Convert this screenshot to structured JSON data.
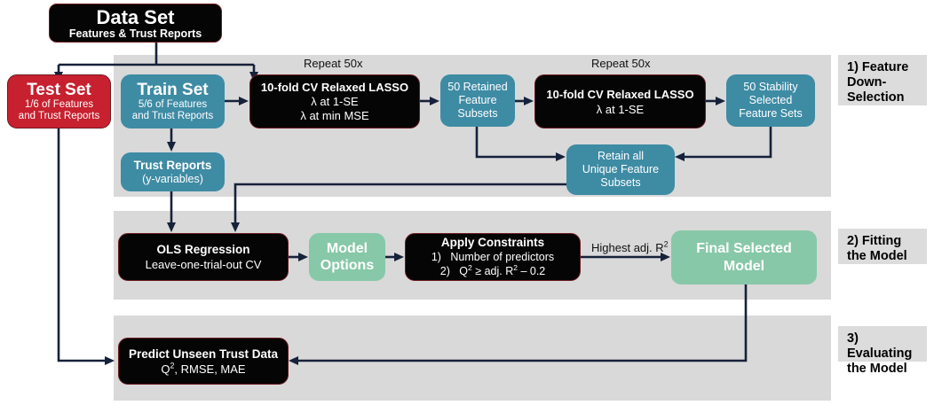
{
  "figure": {
    "title": "Machine learning pipeline flowchart",
    "colors": {
      "black_node": "#050505",
      "red_node": "#c7202f",
      "teal_node": "#3e8ba4",
      "green_node": "#87c8a8",
      "panel_gray": "#d9d9d9",
      "wire": "#16213a"
    }
  },
  "stages": [
    {
      "label": "1) Feature Down-Selection"
    },
    {
      "label": "2) Fitting the Model"
    },
    {
      "label": "3) Evaluating the Model"
    }
  ],
  "nodes": {
    "data_set": {
      "title": "Data Set",
      "sub": "Features & Trust Reports"
    },
    "test_set": {
      "title": "Test Set",
      "sub": "1/6 of Features",
      "sub2": "and Trust Reports"
    },
    "train_set": {
      "title": "Train Set",
      "sub": "5/6 of Features",
      "sub2": "and Trust Reports"
    },
    "lasso_1": {
      "title": "10-fold CV Relaxed LASSO",
      "sub": "λ at 1-SE",
      "sub2": "λ at min MSE"
    },
    "retained_subsets": {
      "l1": "50 Retained",
      "l2": "Feature",
      "l3": "Subsets"
    },
    "lasso_2": {
      "title": "10-fold CV Relaxed LASSO",
      "sub": "λ at 1-SE"
    },
    "stability_sets": {
      "l1": "50 Stability",
      "l2": "Selected",
      "l3": "Feature Sets"
    },
    "retain_unique": {
      "l1": "Retain all",
      "l2": "Unique Feature",
      "l3": "Subsets"
    },
    "trust_reports": {
      "title": "Trust Reports",
      "sub": "(y-variables)"
    },
    "ols": {
      "title": "OLS Regression",
      "sub": "Leave-one-trial-out CV"
    },
    "model_options": {
      "l1": "Model",
      "l2": "Options"
    },
    "apply_constraints": {
      "title": "Apply Constraints",
      "item1_num": "1)",
      "item1": "Number of predictors",
      "item2_num": "2)",
      "item2_a": "Q",
      "item2_sup": "2",
      "item2_b": " ≥ adj. R",
      "item2_sup2": "2",
      "item2_c": " – 0.2"
    },
    "final_model": {
      "l1": "Final Selected",
      "l2": "Model"
    },
    "predict": {
      "title": "Predict Unseen Trust Data",
      "sub_a": "Q",
      "sub_sup": "2",
      "sub_b": ", RMSE, MAE"
    }
  },
  "captions": {
    "repeat_1": "Repeat 50x",
    "repeat_2": "Repeat 50x",
    "highest_adj_a": "Highest adj. R",
    "highest_adj_sup": "2"
  }
}
